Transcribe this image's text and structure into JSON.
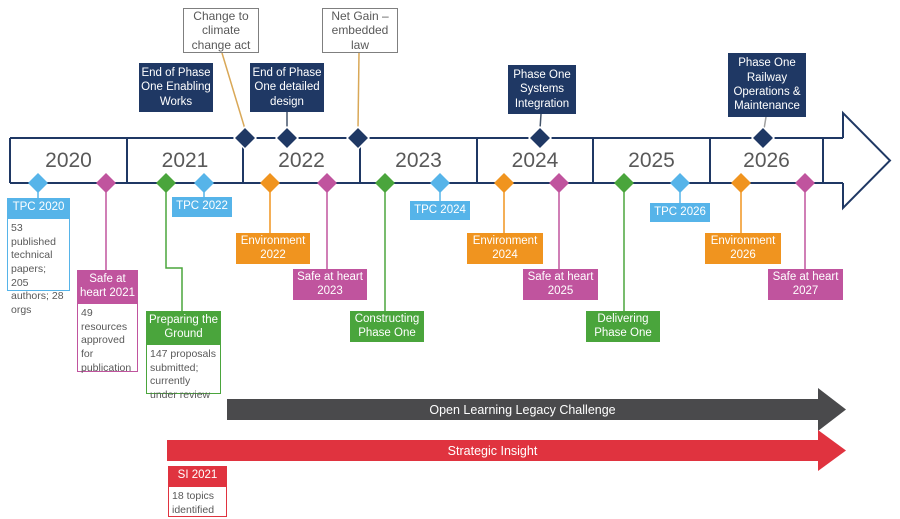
{
  "diagram": "programme-timeline",
  "palette": {
    "navy": "#1f3864",
    "sky_blue": "#56b4e9",
    "magenta": "#c0549e",
    "green": "#4aa53c",
    "orange": "#f0941f",
    "red": "#e0333f",
    "dark_gray": "#4a4a4c",
    "tan_connector": "#d9a857",
    "callout_border_gray": "#7f7f7f",
    "text_gray": "#595959"
  },
  "timeline": {
    "years": [
      "2020",
      "2021",
      "2022",
      "2023",
      "2024",
      "2025",
      "2026"
    ]
  },
  "callouts": [
    {
      "label": "Change to climate change act"
    },
    {
      "label": "Net Gain – embedded law"
    }
  ],
  "milestones": [
    {
      "label": "End of Phase One Enabling Works"
    },
    {
      "label": "End of Phase One detailed design"
    },
    {
      "label": "Phase One Systems Integration"
    },
    {
      "label": "Phase One Railway Operations & Maintenance"
    }
  ],
  "events": [
    {
      "label": "TPC 2020",
      "color": "sky_blue",
      "detail": "53 published technical papers; 205 authors; 28 orgs"
    },
    {
      "label": "Safe at heart 2021",
      "color": "magenta",
      "detail": "49 resources approved for publication"
    },
    {
      "label": "TPC 2022",
      "color": "sky_blue"
    },
    {
      "label": "Preparing the Ground",
      "color": "green",
      "detail": "147 proposals submitted; currently under review"
    },
    {
      "label": "Environment 2022",
      "color": "orange"
    },
    {
      "label": "Safe at heart 2023",
      "color": "magenta"
    },
    {
      "label": "Constructing Phase One",
      "color": "green"
    },
    {
      "label": "TPC 2024",
      "color": "sky_blue"
    },
    {
      "label": "Environment 2024",
      "color": "orange"
    },
    {
      "label": "Safe at heart 2025",
      "color": "magenta"
    },
    {
      "label": "Delivering Phase One",
      "color": "green"
    },
    {
      "label": "TPC 2026",
      "color": "sky_blue"
    },
    {
      "label": "Environment 2026",
      "color": "orange"
    },
    {
      "label": "Safe at heart 2027",
      "color": "magenta"
    }
  ],
  "arrows": [
    {
      "label": "Open Learning Legacy Challenge",
      "color": "#4a4a4c"
    },
    {
      "label": "Strategic Insight",
      "color": "#e0333f"
    }
  ],
  "si": {
    "label": "SI 2021",
    "detail": "18 topics identified",
    "color": "#e0333f"
  }
}
